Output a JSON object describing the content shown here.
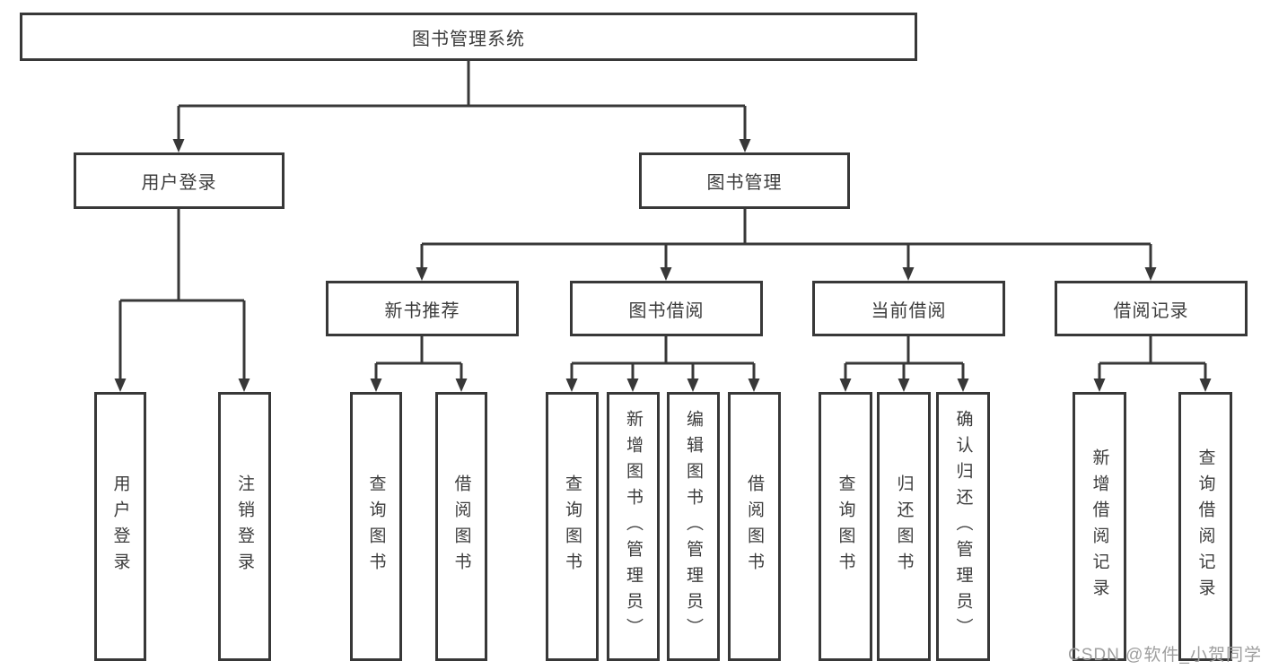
{
  "nodes": {
    "root": "图书管理系统",
    "user_login": "用户登录",
    "book_mgmt": "图书管理",
    "new_book": "新书推荐",
    "borrow": "图书借阅",
    "current": "当前借阅",
    "records": "借阅记录"
  },
  "leaves": {
    "user_login": [
      "用户登录",
      "注销登录"
    ],
    "new_book": [
      "查询图书",
      "借阅图书"
    ],
    "borrow": [
      "查询图书",
      "新增图书（管理员）",
      "编辑图书（管理员）",
      "借阅图书"
    ],
    "current": [
      "查询图书",
      "归还图书",
      "确认归还（管理员）"
    ],
    "records": [
      "新增借阅记录",
      "查询借阅记录"
    ]
  },
  "watermark": "CSDN @软件_小贺同学",
  "colors": {
    "line": "#383838",
    "text": "#3c3c3c",
    "watermark": "#9e9e9e",
    "bg": "#ffffff"
  }
}
